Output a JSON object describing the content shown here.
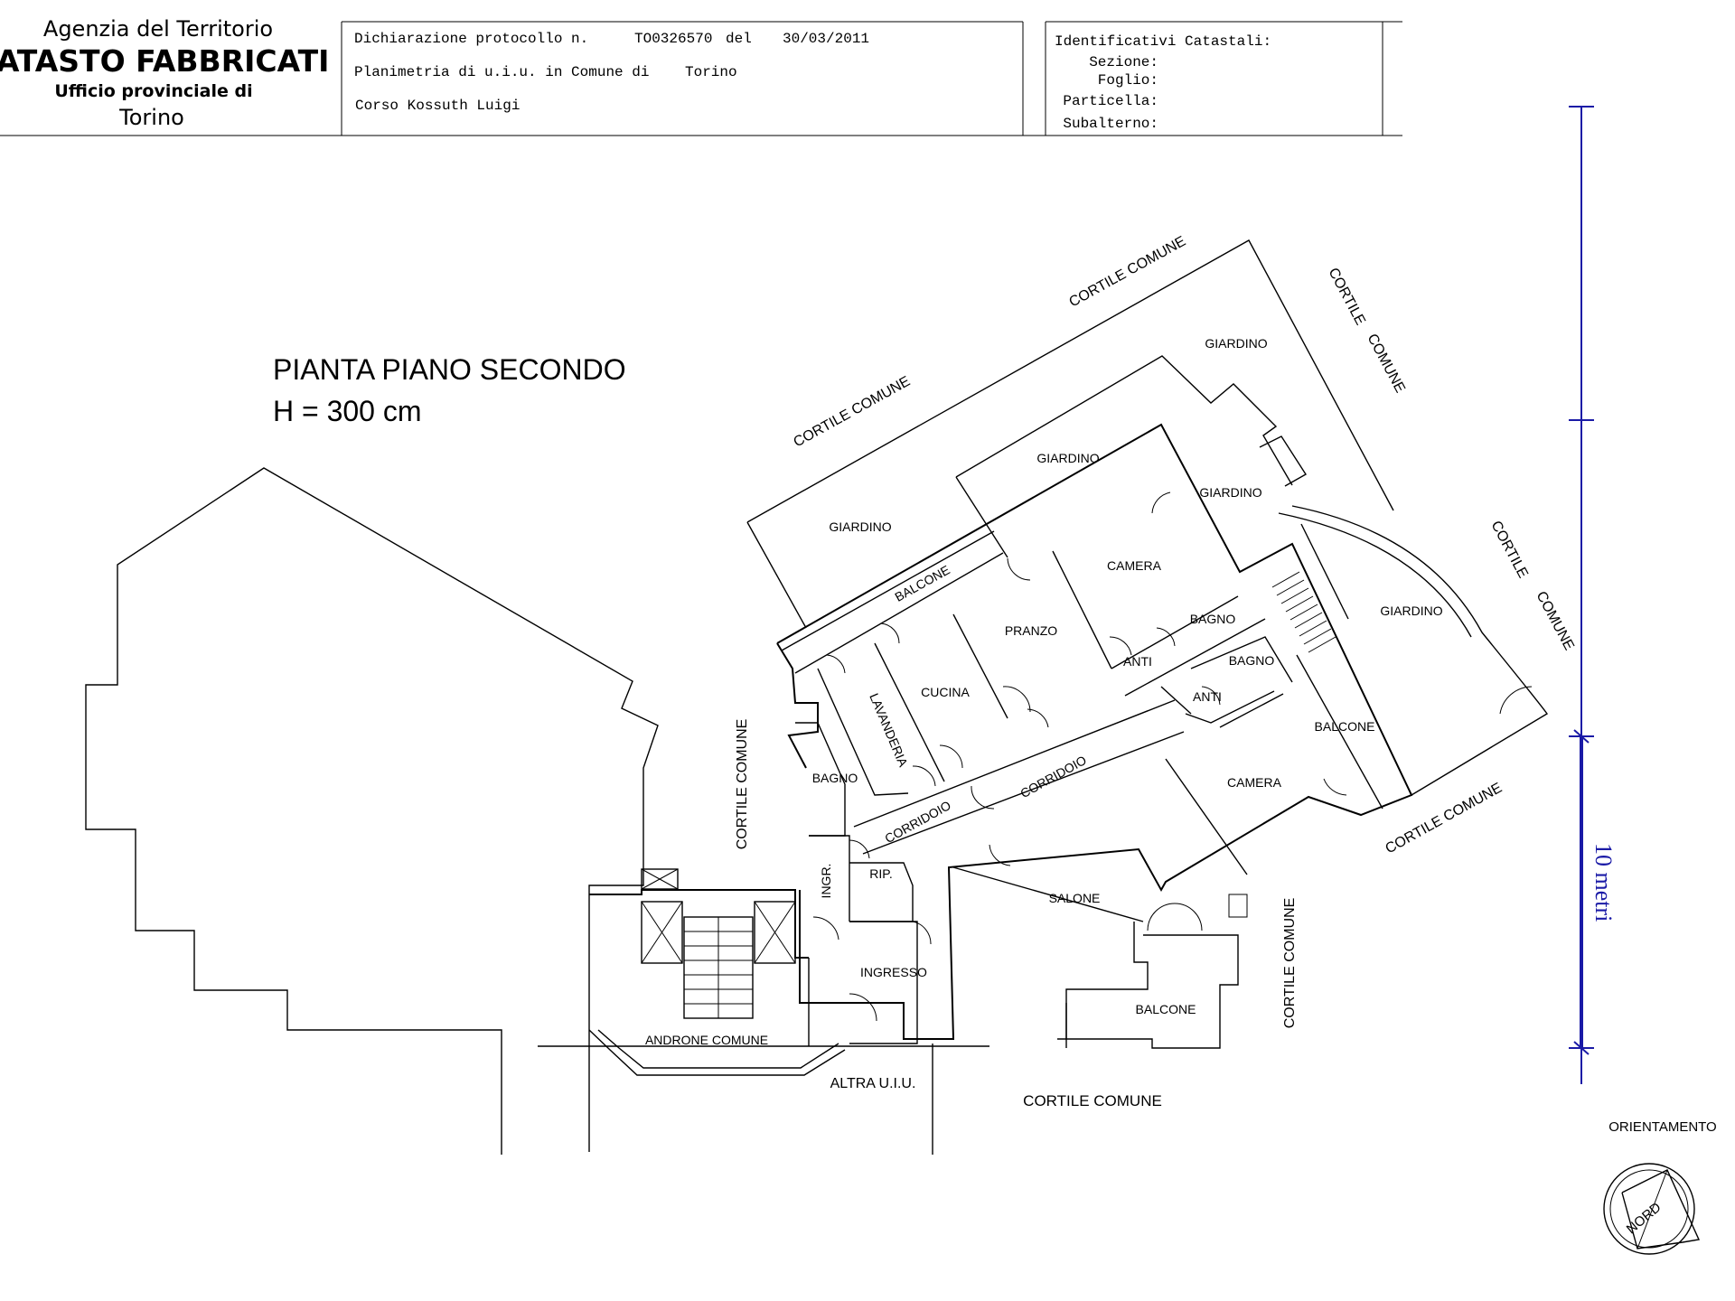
{
  "header": {
    "agency": "Agenzia del Territorio",
    "registry": "CATASTO FABBRICATI",
    "office": "Ufficio provinciale di",
    "office_city": "Torino",
    "protocol_label": "Dichiarazione protocollo n.",
    "protocol_number": "TO0326570",
    "date_label": "del",
    "date": "30/03/2011",
    "plan_label": "Planimetria di u.i.u. in Comune di",
    "municipality": "Torino",
    "address": "Corso Kossuth Luigi",
    "cadastral_title": "Identificativi Catastali:",
    "sezione_label": "Sezione:",
    "foglio_label": "Foglio:",
    "particella_label": "Particella:",
    "subalterno_label": "Subalterno:"
  },
  "plan": {
    "title": "PIANTA PIANO SECONDO",
    "height": "H = 300 cm"
  },
  "areas": {
    "cortile_top": "CORTILE  COMUNE",
    "cortile_upper_left": "CORTILE  COMUNE",
    "cortile_right_word1": "CORTILE",
    "cortile_right_word2": "COMUNE",
    "cortile_east_word1": "CORTILE",
    "cortile_east_word2": "COMUNE",
    "cortile_lower_right": "CORTILE  COMUNE",
    "cortile_vertical_left": "CORTILE  COMUNE",
    "cortile_vertical_right": "CORTILE  COMUNE",
    "cortile_bottom": "CORTILE  COMUNE",
    "androne": "ANDRONE    COMUNE",
    "altra_uiu": "ALTRA  U.I.U."
  },
  "rooms": {
    "giardino_1": "GIARDINO",
    "giardino_2": "GIARDINO",
    "giardino_3": "GIARDINO",
    "giardino_4": "GIARDINO",
    "giardino_5": "GIARDINO",
    "balcone_1": "BALCONE",
    "balcone_2": "BALCONE",
    "balcone_3": "BALCONE",
    "camera_1": "CAMERA",
    "camera_2": "CAMERA",
    "pranzo": "PRANZO",
    "cucina": "CUCINA",
    "lavanderia": "LAVANDERIA",
    "bagno_1": "BAGNO",
    "bagno_2": "BAGNO",
    "bagno_3": "BAGNO",
    "anti_1": "ANTI",
    "anti_2": "ANTI",
    "corridoio_1": "CORRIDOIO",
    "corridoio_2": "CORRIDOIO",
    "ingr": "INGR.",
    "rip": "RIP.",
    "ingresso": "INGRESSO",
    "salone": "SALONE"
  },
  "scale": {
    "label": "10 metri",
    "color": "#1a1aa6"
  },
  "orientation": {
    "title": "ORIENTAMENTO",
    "north": "NORD"
  }
}
